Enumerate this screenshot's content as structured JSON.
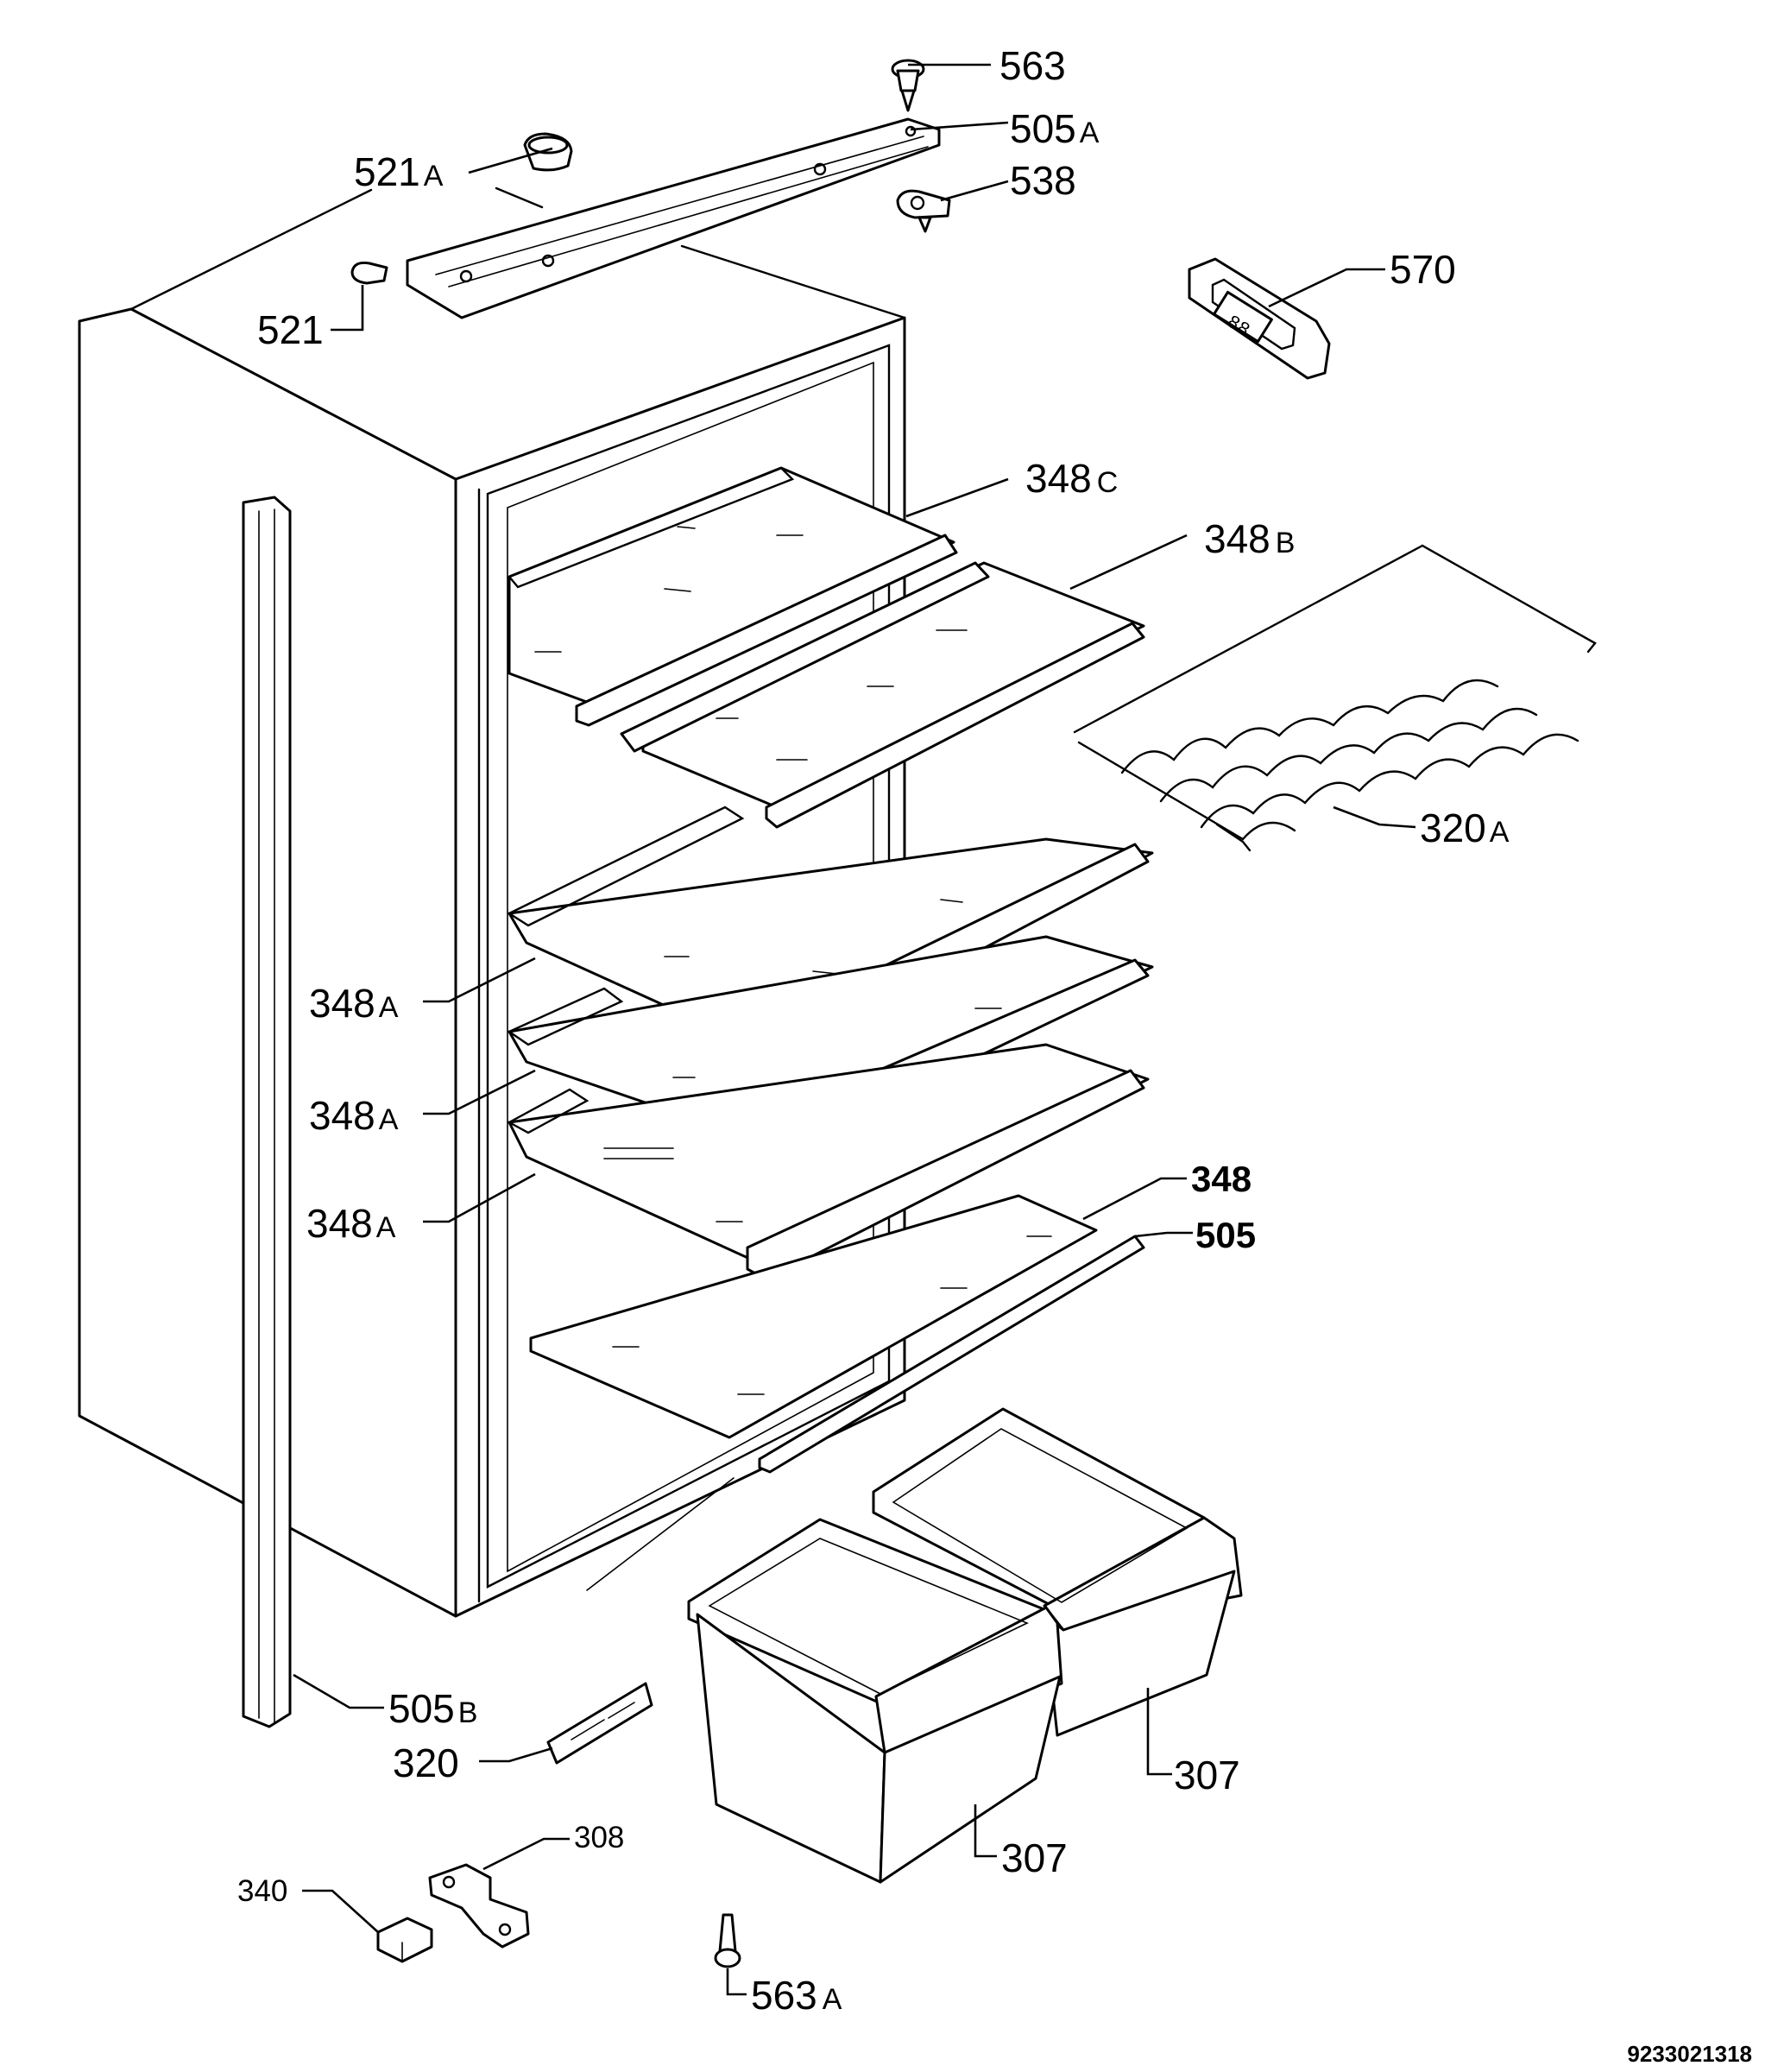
{
  "diagram": {
    "drawing_number": "9233021318",
    "labels": {
      "p563": "563",
      "p505A": "505",
      "p505A_suffix": "A",
      "p521A": "521",
      "p521A_suffix": "A",
      "p538": "538",
      "p521": "521",
      "p570": "570",
      "p348C": "348",
      "p348C_suffix": "C",
      "p348B": "348",
      "p348B_suffix": "B",
      "p320A": "320",
      "p320A_suffix": "A",
      "p348A_1": "348",
      "p348A_1_suffix": "A",
      "p348A_2": "348",
      "p348A_2_suffix": "A",
      "p348A_3": "348",
      "p348A_3_suffix": "A",
      "p348": "348",
      "p505": "505",
      "p505B": "505",
      "p505B_suffix": "B",
      "p320": "320",
      "p307_right": "307",
      "p307_left": "307",
      "p308": "308",
      "p340": "340",
      "p563A": "563",
      "p563A_suffix": "A"
    }
  }
}
